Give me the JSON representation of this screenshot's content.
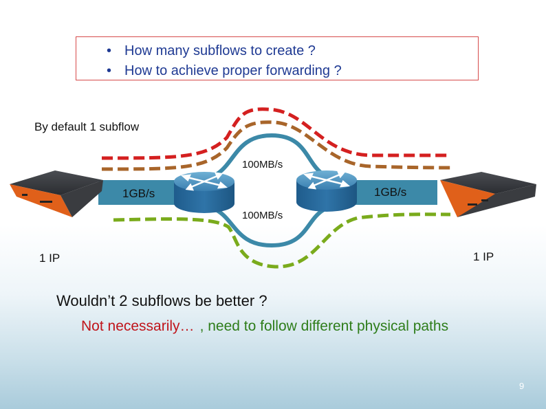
{
  "questions": [
    "How many subflows to create ?",
    "How to achieve proper forwarding ?"
  ],
  "bullet": "•",
  "diagram": {
    "default_label": "By default 1 subflow",
    "upper_link_label": "100MB/s",
    "lower_link_label": "100MB/s",
    "left_link_label": "1GB/s",
    "right_link_label": "1GB/s",
    "left_host_ip": "1 IP",
    "right_host_ip": "1 IP"
  },
  "footer": {
    "question": "Wouldn’t 2 subflows be better ?",
    "answer_red": "Not necessarily…",
    "answer_green": ", need to follow different physical paths"
  },
  "page_number": "9",
  "colors": {
    "question_text": "#1f3a93",
    "question_border": "#d64a4a",
    "red_subflow": "#d42020",
    "brown_subflow": "#a8652a",
    "green_subflow": "#7aab1c",
    "link": "#3c89a8",
    "answer_red": "#c0141a",
    "answer_green": "#2e7d1a"
  }
}
